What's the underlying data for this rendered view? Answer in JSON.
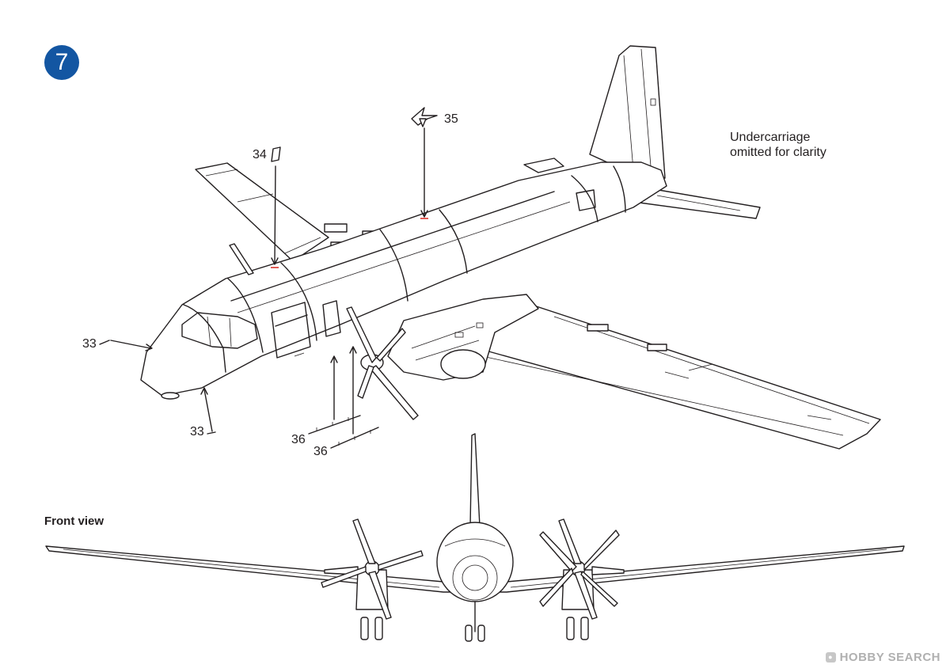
{
  "step": {
    "number": "7"
  },
  "note": "Undercarriage\nomitted for clarity",
  "callouts": {
    "part_33_side": "33",
    "part_33_bottom": "33",
    "part_34": "34",
    "part_35": "35",
    "part_36_upper": "36",
    "part_36_lower": "36"
  },
  "front_view": {
    "title": "Front view"
  },
  "watermark": {
    "text": "HOBBY SEARCH"
  },
  "colors": {
    "badge": "#1356a2",
    "line": "#231f20",
    "mark": "#d8322a",
    "watermark": "#b0b0b0"
  }
}
